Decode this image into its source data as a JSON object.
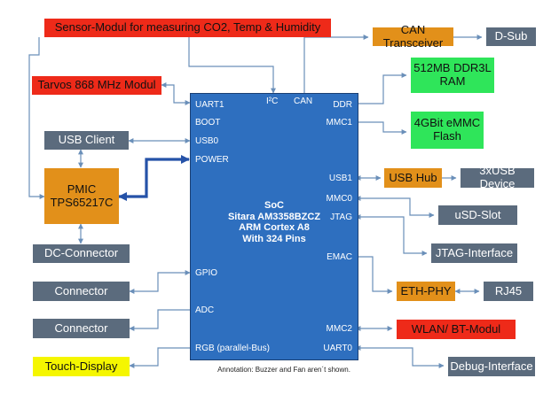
{
  "sensor": "Sensor-Modul for measuring CO2, Temp & Humidity",
  "tarvos": "Tarvos 868 MHz Modul",
  "usb_client": "USB Client",
  "pmic": {
    "line1": "PMIC",
    "line2": "TPS65217C"
  },
  "dc_connector": "DC-Connector",
  "connector1": "Connector",
  "connector2": "Connector",
  "touch_display": "Touch-Display",
  "can_transceiver": "CAN Transceiver",
  "dsub": "D-Sub",
  "ram": {
    "line1": "512MB DDR3L",
    "line2": "RAM"
  },
  "emmc": {
    "line1": "4GBit eMMC",
    "line2": "Flash"
  },
  "usb_hub": "USB Hub",
  "usb_device": "3xUSB Device",
  "usd_slot": "uSD-Slot",
  "jtag_interface": "JTAG-Interface",
  "eth_phy": "ETH-PHY",
  "rj45": "RJ45",
  "wlan": "WLAN/ BT-Modul",
  "debug_interface": "Debug-Interface",
  "soc": {
    "line1": "SoC",
    "line2": "Sitara AM3358BZCZ",
    "line3": "ARM Cortex A8",
    "line4": "With 324 Pins",
    "pins": {
      "uart1": "UART1",
      "i2c": "I²C",
      "can": "CAN",
      "ddr": "DDR",
      "boot": "BOOT",
      "mmc1": "MMC1",
      "usb0": "USB0",
      "power": "POWER",
      "usb1": "USB1",
      "mmc0": "MMC0",
      "jtag": "JTAG",
      "emac": "EMAC",
      "gpio": "GPIO",
      "adc": "ADC",
      "mmc2": "MMC2",
      "rgb": "RGB (parallel-Bus)",
      "uart0": "UART0"
    }
  },
  "annotation": "Annotation: Buzzer and Fan aren´t shown.",
  "colors": {
    "wire": "#6a8fb9",
    "power_wire": "#2552a8",
    "soc_fill": "#2e6fbf"
  }
}
